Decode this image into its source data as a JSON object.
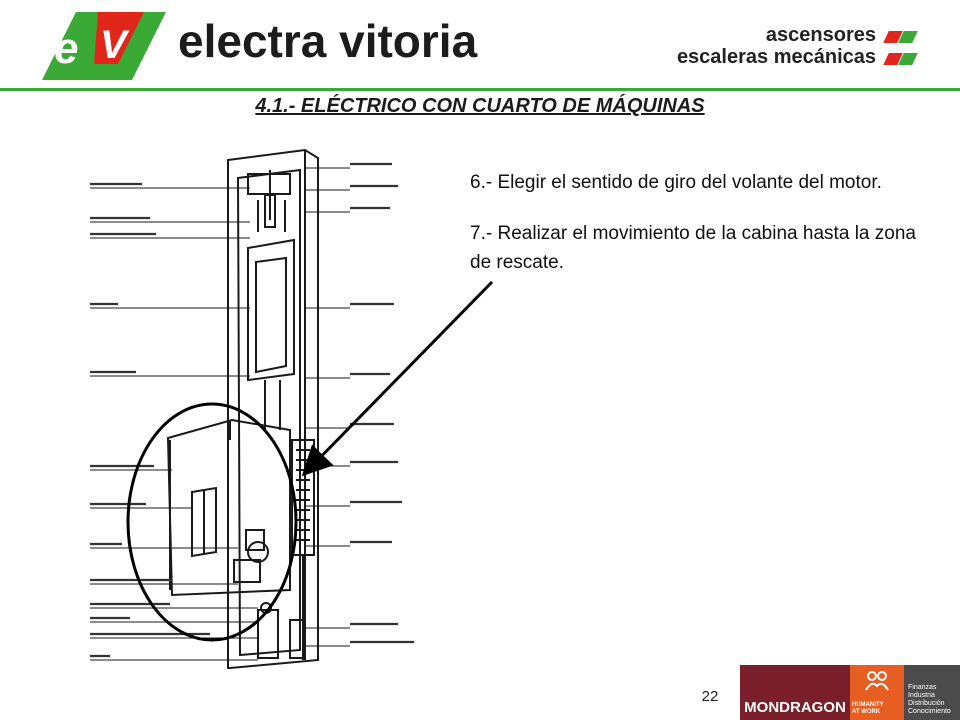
{
  "header": {
    "logo_letters": "eV",
    "brand": "electra vitoria",
    "tagline_line1": "ascensores",
    "tagline_line2": "escaleras mecánicas",
    "colors": {
      "red": "#e1261c",
      "green": "#3aa935"
    }
  },
  "title": "4.1.- ELÉCTRICO CON CUARTO DE MÁQUINAS",
  "steps": [
    "6.- Elegir el sentido de giro del volante del motor.",
    "7.- Realizar el movimiento de la cabina hasta la zona de rescate."
  ],
  "page_number": "22",
  "footer": {
    "brand": "MONDRAGON",
    "humanity": [
      "HUMANITY",
      "AT WORK"
    ],
    "sectors": [
      "Finanzas",
      "Industria",
      "Distribución",
      "Conocimiento"
    ]
  }
}
